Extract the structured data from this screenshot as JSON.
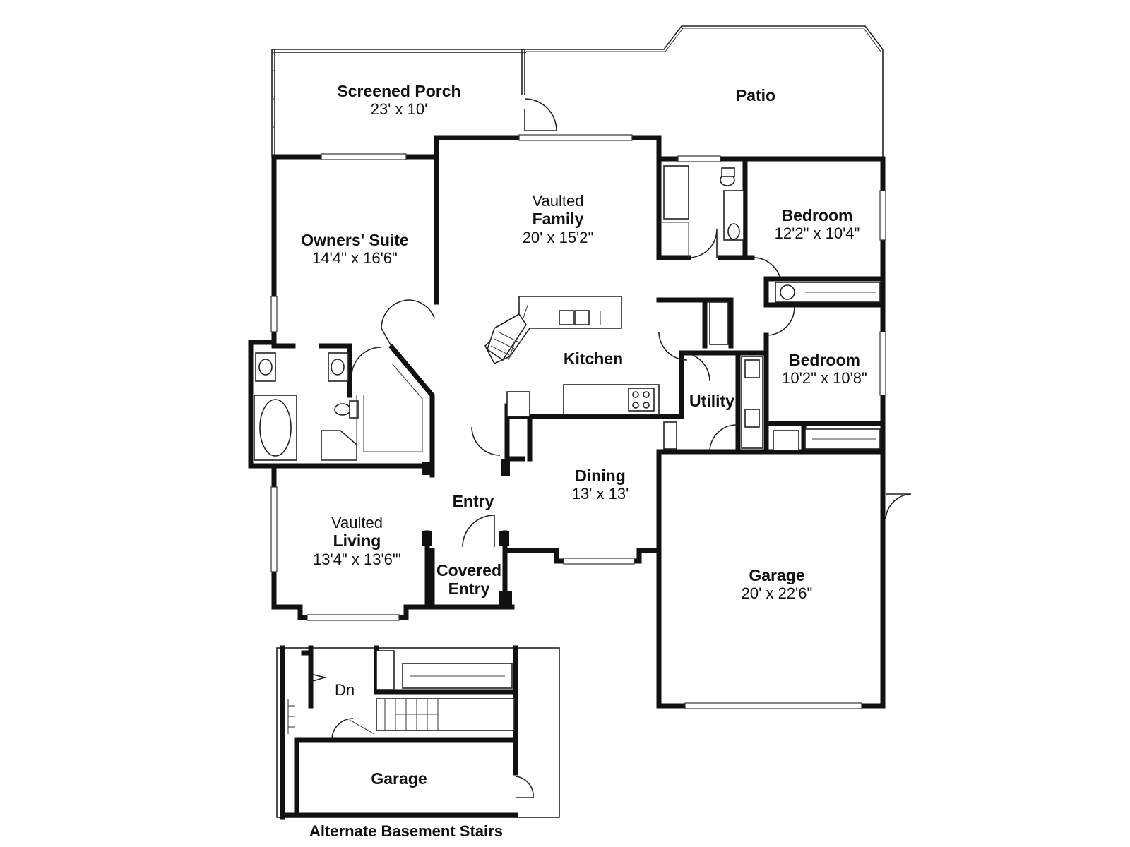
{
  "rooms": {
    "screened_porch": {
      "name": "Screened Porch",
      "dims": "23' x 10'"
    },
    "patio": {
      "name": "Patio"
    },
    "family": {
      "prefix": "Vaulted",
      "name": "Family",
      "dims": "20' x 15'2\""
    },
    "owners_suite": {
      "name": "Owners' Suite",
      "dims": "14'4\" x 16'6\""
    },
    "bedroom_1": {
      "name": "Bedroom",
      "dims": "12'2\" x 10'4\""
    },
    "bedroom_2": {
      "name": "Bedroom",
      "dims": "10'2\" x 10'8\""
    },
    "kitchen": {
      "name": "Kitchen"
    },
    "utility": {
      "name": "Utility"
    },
    "dining": {
      "name": "Dining",
      "dims": "13' x 13'"
    },
    "entry": {
      "name": "Entry"
    },
    "living": {
      "prefix": "Vaulted",
      "name": "Living",
      "dims": "13'4\" x 13'6\"'"
    },
    "covered_entry": {
      "line1": "Covered",
      "line2": "Entry"
    },
    "garage": {
      "name": "Garage",
      "dims": "20' x 22'6\""
    }
  },
  "inset": {
    "dn": "Dn",
    "garage": "Garage",
    "caption": "Alternate Basement Stairs"
  }
}
